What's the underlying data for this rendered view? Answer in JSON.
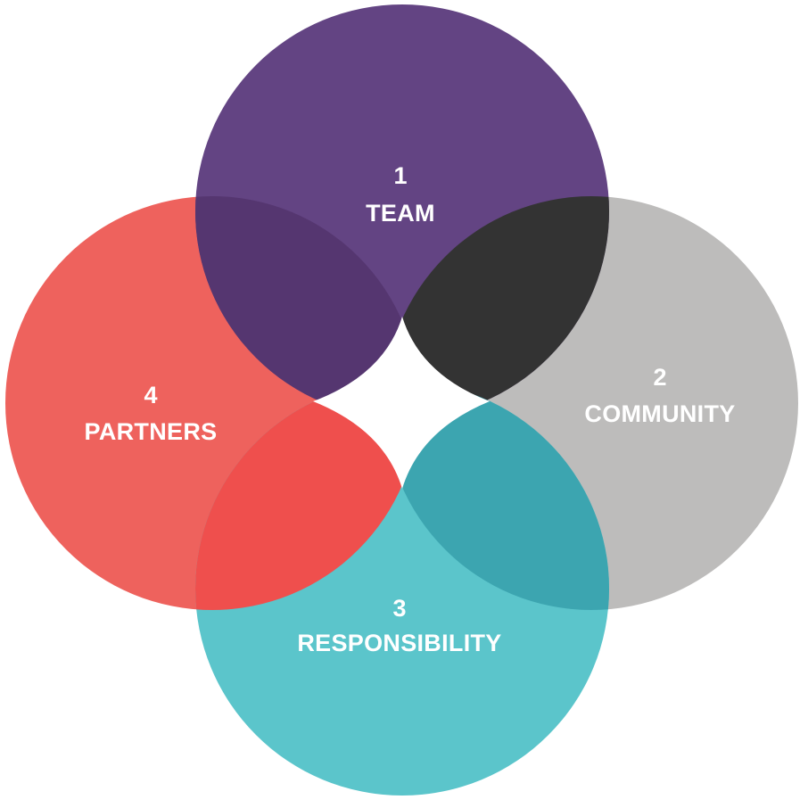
{
  "diagram": {
    "colors": {
      "team": "#634483",
      "community": "#bdbcbb",
      "responsibility": "#5bc5cb",
      "partners": "#ee625d",
      "team_partners_overlap": "#553670",
      "team_community_overlap": "#333333",
      "responsibility_community_overlap": "#3ca5b0",
      "responsibility_partners_overlap": "#ef4f4d",
      "center": "#ffffff"
    },
    "circles": [
      {
        "key": "team",
        "number": "1",
        "name": "TEAM"
      },
      {
        "key": "community",
        "number": "2",
        "name": "COMMUNITY"
      },
      {
        "key": "responsibility",
        "number": "3",
        "name": "RESPONSIBILITY"
      },
      {
        "key": "partners",
        "number": "4",
        "name": "PARTNERS"
      }
    ]
  }
}
